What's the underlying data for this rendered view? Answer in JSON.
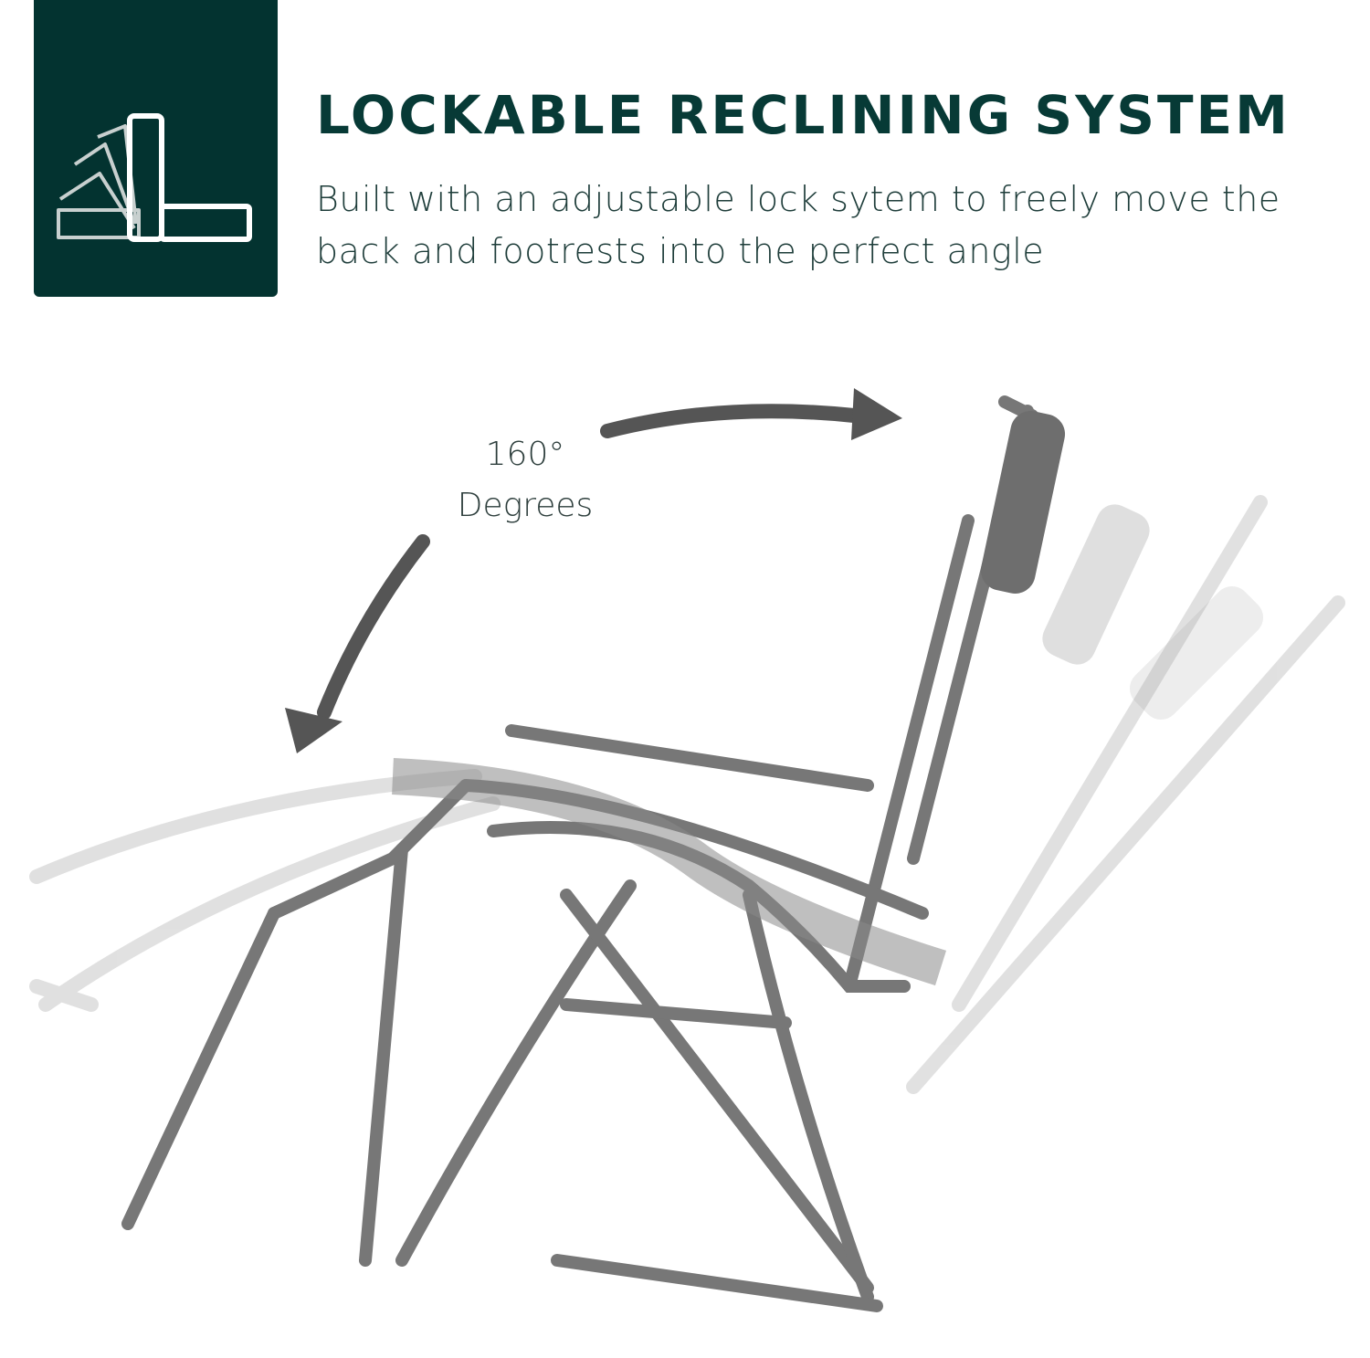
{
  "header": {
    "icon": "recline-angle-icon",
    "title": "LOCKABLE RECLINING SYSTEM",
    "subtitle": "Built with an adjustable lock sytem to freely move the back and footrests into the perfect angle"
  },
  "annotation": {
    "angle": "160°",
    "unit": "Degrees"
  },
  "colors": {
    "badge": "#033330",
    "title": "#073a36",
    "chair": "#777777",
    "arrow": "#555555"
  }
}
